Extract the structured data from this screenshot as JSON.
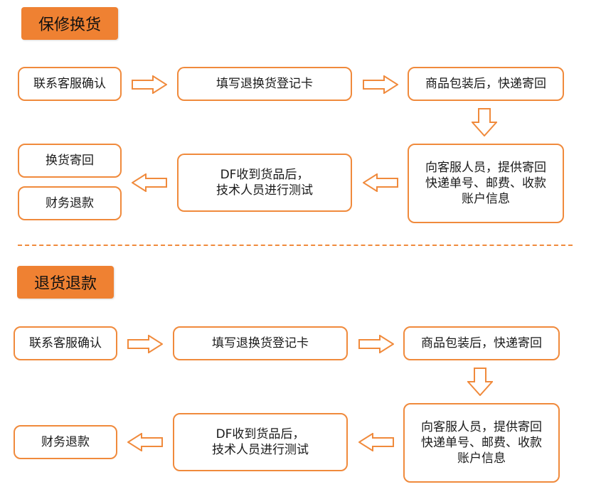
{
  "sections": [
    {
      "title": "保修换货",
      "steps": {
        "contact": "联系客服确认",
        "fill_card": "填写退换货登记卡",
        "package": "商品包装后，快递寄回",
        "provide_info": [
          "向客服人员，提供寄回",
          "快递单号、邮费、收款",
          "账户信息"
        ],
        "testing": [
          "DF收到货品后，",
          "技术人员进行测试"
        ],
        "exchange": "换货寄回",
        "refund": "财务退款"
      }
    },
    {
      "title": "退货退款",
      "steps": {
        "contact": "联系客服确认",
        "fill_card": "填写退换货登记卡",
        "package": "商品包装后，快递寄回",
        "provide_info": [
          "向客服人员，提供寄回",
          "快递单号、邮费、收款",
          "账户信息"
        ],
        "testing": [
          "DF收到货品后，",
          "技术人员进行测试"
        ],
        "refund": "财务退款"
      }
    }
  ],
  "colors": {
    "accent": "#ef8132",
    "border": "#f08a3c"
  }
}
